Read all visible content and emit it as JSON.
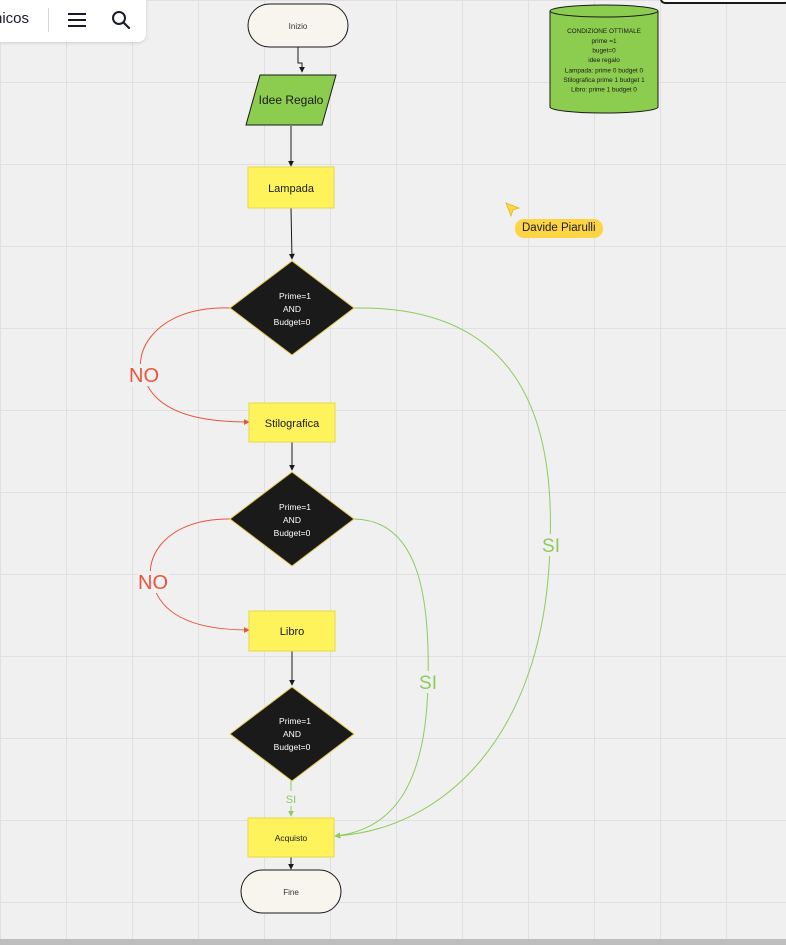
{
  "toolbar": {
    "name_fragment": "nicos",
    "menu_icon": "menu-icon",
    "search_icon": "search-icon"
  },
  "colors": {
    "yes_edge": "#8ccc5a",
    "no_edge": "#e8553c",
    "process_fill": "#fff35c",
    "decision_fill": "#1a1a1a",
    "data_fill": "#8ccc4e",
    "terminator_fill": "#f8f4ee"
  },
  "nodes": {
    "start": "Inizio",
    "input": "Idee Regalo",
    "lampada": "Lampada",
    "stilografica": "Stilografica",
    "libro": "Libro",
    "acquisto": "Acquisto",
    "end": "Fine",
    "decision1": [
      "Prime=1",
      "AND",
      "Budget=0"
    ],
    "decision2": [
      "Prime=1",
      "AND",
      "Budget=0"
    ],
    "decision3": [
      "Prime=1",
      "AND",
      "Budget=0"
    ]
  },
  "note": {
    "lines": [
      "CONDIZIONE OTTIMALE",
      "prime =1",
      "buget=0",
      "idee regalo",
      "Lampada: prime 0 budget 0",
      "Stilografica prime 1 budget 1",
      "Libro:  prime 1 budget 0"
    ]
  },
  "edges": {
    "no1": "NO",
    "no2": "NO",
    "si1": "SI",
    "si2": "SI",
    "si3": "SI"
  },
  "collaborator": {
    "name": "Davide Piarulli",
    "icon": "cursor-arrow-icon"
  }
}
